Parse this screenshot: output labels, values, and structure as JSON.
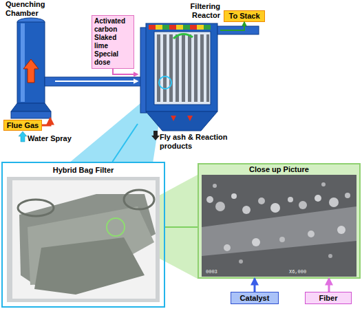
{
  "diagram": {
    "nodes": [
      {
        "text": [
          "Quenching Chamber"
        ]
      },
      {
        "text": [
          "Filtering Reactor"
        ]
      },
      {
        "text": [
          "To Stack"
        ]
      },
      {
        "text": [
          "Activated carbon",
          "Slaked lime",
          "Special dose"
        ]
      },
      {
        "text": [
          "Flue Gas"
        ]
      },
      {
        "text": [
          "Hybrid Bag Filter"
        ]
      },
      {
        "text": [
          "Close up Picture"
        ]
      },
      {
        "text": [
          "Catalyst"
        ]
      },
      {
        "text": [
          "Fiber"
        ]
      }
    ],
    "edges": [
      {
        "from": 4,
        "to": 0,
        "arrow": "to"
      },
      {
        "from": 0,
        "to": 1,
        "arrow": "to"
      },
      {
        "from": 1,
        "to": 2,
        "arrow": "to"
      },
      {
        "from": 3,
        "to": 1,
        "arrow": "to"
      },
      {
        "from": 1,
        "to": 5,
        "arrow": "none"
      },
      {
        "from": 5,
        "to": 6,
        "arrow": "none"
      },
      {
        "from": 7,
        "to": 6,
        "arrow": "to"
      },
      {
        "from": 8,
        "to": 6,
        "arrow": "to"
      }
    ],
    "labels": [
      "Water Spray",
      "Fly ash & Reaction products",
      "0003",
      "X6,000"
    ]
  }
}
